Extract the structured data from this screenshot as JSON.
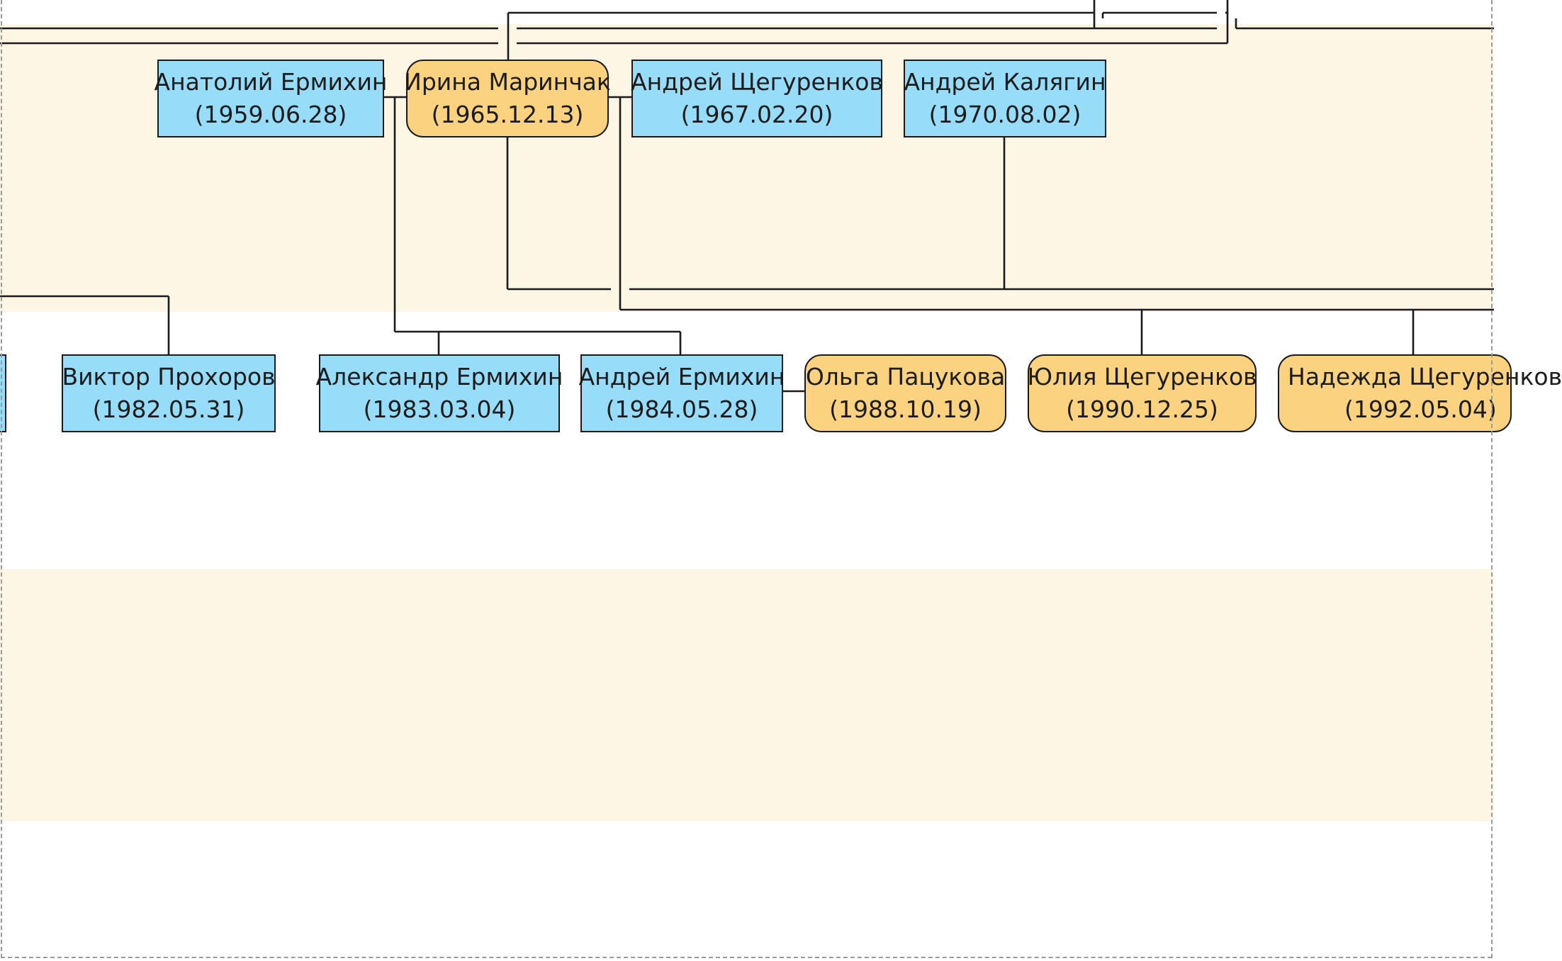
{
  "diagram": {
    "type": "family-tree",
    "colors": {
      "male": "#97dcf8",
      "female": "#fbd27f",
      "band": "#fdf6e5",
      "line": "#1a1a1a"
    }
  },
  "people": {
    "anatoly": {
      "name": "Анатолий Ермихин",
      "date": "(1959.06.28)",
      "gender": "male"
    },
    "irina": {
      "name": "Ирина Маринчак",
      "date": "(1965.12.13)",
      "gender": "female"
    },
    "andrey_sh": {
      "name": "Андрей Щегуренков",
      "date": "(1967.02.20)",
      "gender": "male"
    },
    "andrey_k": {
      "name": "Андрей Калягин",
      "date": "(1970.08.02)",
      "gender": "male"
    },
    "viktor": {
      "name": "Виктор Прохоров",
      "date": "(1982.05.31)",
      "gender": "male"
    },
    "aleksandr": {
      "name": "Александр Ермихин",
      "date": "(1983.03.04)",
      "gender": "male"
    },
    "andrey_e": {
      "name": "Андрей Ермихин",
      "date": "(1984.05.28)",
      "gender": "male"
    },
    "olga": {
      "name": "Ольга Пацукова",
      "date": "(1988.10.19)",
      "gender": "female"
    },
    "yulia": {
      "name": "Юлия Щегуренков",
      "date": "(1990.12.25)",
      "gender": "female"
    },
    "nadezhda": {
      "name": "Надежда Щегуренков",
      "date": "(1992.05.04)",
      "gender": "female"
    }
  }
}
